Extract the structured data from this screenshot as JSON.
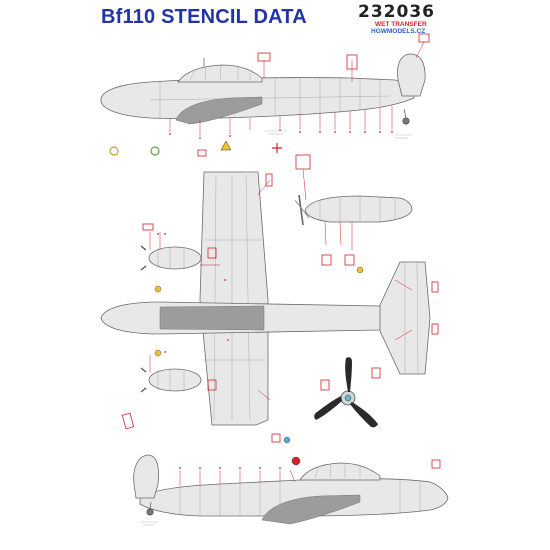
{
  "header": {
    "title": "Bf110 STENCIL DATA",
    "product_code": "232036",
    "transfer_type": "WET TRANSFER",
    "website": "HGWMODELS.CZ"
  },
  "colors": {
    "title_blue": "#2233a8",
    "transfer_red": "#d3262a",
    "website_blue": "#2a5bd6",
    "airframe_grey": "#e6e6e6",
    "walkway_grey": "#9a9a9a",
    "outline": "#666666",
    "callout_red": "#d2232a"
  },
  "icons": [
    "propeller-icon",
    "warning-triangle-icon",
    "red-roundel-icon"
  ]
}
